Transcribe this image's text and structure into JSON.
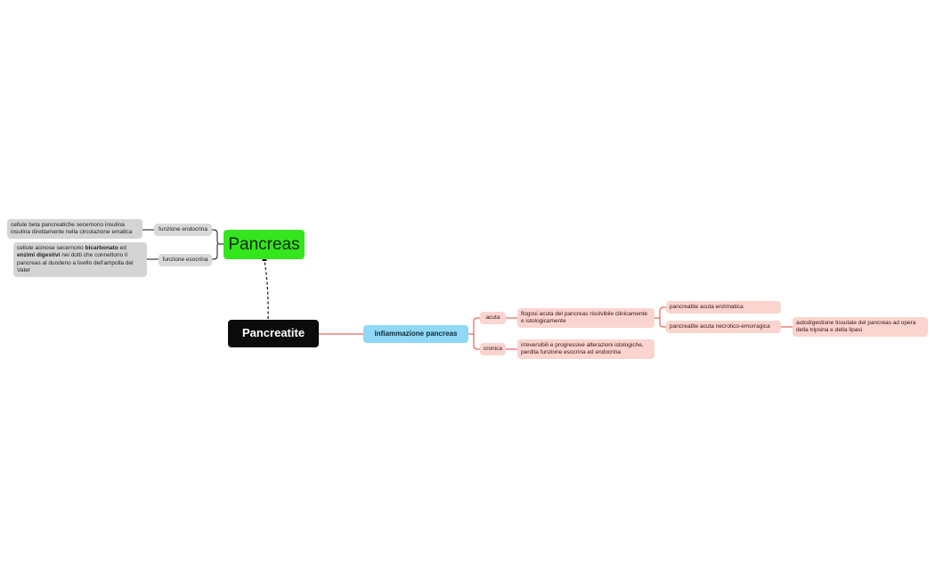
{
  "map": {
    "central": "Pancreatite",
    "pancreas": {
      "label": "Pancreas",
      "endocrine": {
        "label": "funzione endocrina",
        "detail": "cellule beta pancreatiche secernono insulina insulina direttamente nella circolazione ematica"
      },
      "exocrine": {
        "label": "funzione esocrina",
        "detail_1": "cellule acinose secernono ",
        "detail_bold_1": "bicarbonato",
        "detail_2": " ed ",
        "detail_bold_2": "enzimi digestivi",
        "detail_3": " nei dotti che connettono il pancreas al duodeno a livello dell'ampolla del Vater"
      }
    },
    "inflammation": {
      "label": "infiammazione pancreas",
      "acute": {
        "label": "acuta",
        "detail": "flogosi acuta del pancreas risolvibile clinicamente e istologicamente",
        "enzymatic": "pancreatite acuta enzimatica",
        "necrotic": "pancreatite acuta necrotico-emorragica",
        "necrotic_detail": "autodigestione tissutale del pancreas ad opera della tripsina e della lipasi"
      },
      "chronic": {
        "label": "cronica",
        "detail": "irreversibili e progressive alterazioni istologiche, perdita funzione esocrina ed endocrina"
      }
    }
  },
  "colors": {
    "central_bg": "#0b0b0b",
    "pancreas_bg": "#35e51d",
    "inflammation_bg": "#8fd8f6",
    "pink_bg": "#fad4cf",
    "gray_bg": "#d9d9d9",
    "red_line": "#e0453a",
    "dark_line": "#111111"
  }
}
